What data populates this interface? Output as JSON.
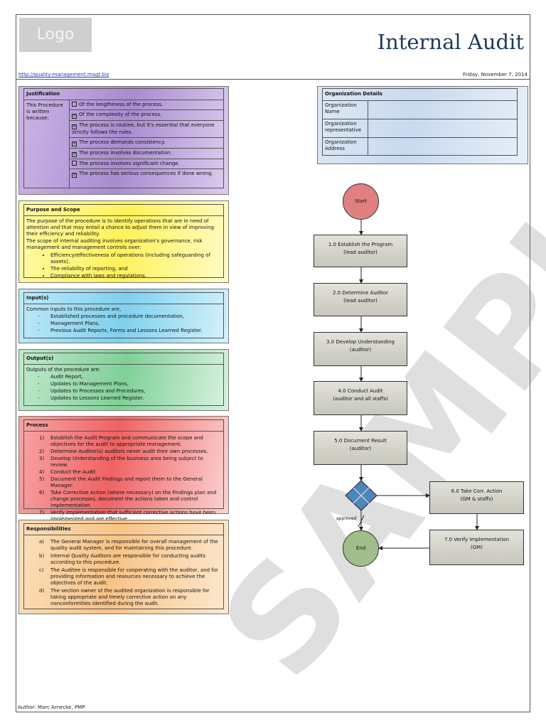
{
  "header": {
    "logo": "Logo",
    "title": "Internal Audit",
    "url": "http://quality-management.magt.biz",
    "date": "Friday, November 7, 2014"
  },
  "justification": {
    "heading": "Justification",
    "lead": "This Procedure is written because:",
    "items": [
      {
        "checked": false,
        "text": "Of the lengthiness of the process."
      },
      {
        "checked": true,
        "text": "Of the complexity of the process."
      },
      {
        "checked": true,
        "text": "The process is routine, but it's essential that everyone strictly follows the rules."
      },
      {
        "checked": true,
        "text": "The process demands consistency."
      },
      {
        "checked": true,
        "text": "The process involves documentation."
      },
      {
        "checked": false,
        "text": "The process involves significant change."
      },
      {
        "checked": true,
        "text": "The process has serious consequences if done wrong."
      }
    ]
  },
  "purpose": {
    "heading": "Purpose and Scope",
    "p1": "The purpose of the procedure is to identify operations that are in need of attention and that may entail a chance to adjust them in view of improving their efficiency and reliability.",
    "p2": "The scope of internal auditing involves organization's governance, risk management and management controls over:",
    "bullets": [
      "Efficiency/effectiveness of operations (including safeguarding of assets),",
      "The reliability of reporting, and",
      "Compliance with laws and regulations."
    ]
  },
  "inputs": {
    "heading": "Input(s)",
    "lead": "Common inputs to this procedure are,",
    "items": [
      "Established processes and procedure documentation,",
      "Management Plans,",
      "Previous Audit Reports, Forms and Lessons Learned Register."
    ]
  },
  "outputs": {
    "heading": "Output(s)",
    "lead": "Outputs of the procedure are:",
    "items": [
      "Audit Report,",
      "Updates to Management Plans,",
      "Updates to Processes and Procedures,",
      "Updates to Lessons Learned Register."
    ]
  },
  "process": {
    "heading": "Process",
    "items": [
      "Establish the Audit Program and communicate the scope and objectives for the audit to appropriate management.",
      "Determine Auditor(s) auditors never audit their own processes.",
      "Develop Understanding of the business area being subject to review.",
      "Conduct the Audit",
      "Document the Audit Findings and report them to the General Manager.",
      "Take Corrective Action (where necessary) on the Findings plan and change processes, document the actions taken and control implementation.",
      "Verify Implementation that sufficient corrective actions have been implemented and are effective."
    ]
  },
  "responsibilities": {
    "heading": "Responsibilities",
    "items": [
      "The General Manager is responsible for overall management of the quality audit system, and for maintaining this procedure.",
      "Internal Quality Auditors are responsible for conducting audits according to this procedure.",
      "The Auditee is responsible for cooperating with the auditor, and for providing information and resources necessary to achieve the objectives of the audit.",
      "The section owner of the audited organization is responsible for taking appropriate and timely corrective action on any nonconformities identified during the audit."
    ]
  },
  "org": {
    "heading": "Organization Details",
    "rows": [
      "Organization Name",
      "Organization representative",
      "Organization Address"
    ]
  },
  "flow": {
    "start": "Start",
    "end": "End",
    "approved": "approved",
    "steps": [
      {
        "title": "1.0 Establish the Program",
        "role": "(lead auditor)"
      },
      {
        "title": "2.0 Determine Auditor",
        "role": "(lead auditor)"
      },
      {
        "title": "3.0 Develop Understanding",
        "role": "(auditor)"
      },
      {
        "title": "4.0 Conduct Audit",
        "role": "(auditor and all staffs)"
      },
      {
        "title": "5.0 Document Result",
        "role": "(auditor)"
      },
      {
        "title": "6.0 Take Corr. Action",
        "role": "(GM & staffs)"
      },
      {
        "title": "7.0 Verify Implementation",
        "role": "(GM)"
      }
    ]
  },
  "watermark": "SAMPLE",
  "footer": {
    "author": "Author: Marc Arnecke, PMP"
  },
  "colors": {
    "justification": "#b89bd6",
    "purpose": "#fff36a",
    "inputs": "#7fd3f0",
    "outputs": "#7fd49b",
    "process": "#f26565",
    "responsibilities": "#f8c98b",
    "start_circle": "#e08080",
    "end_circle": "#9fbe8a",
    "decision": "#4f86b8"
  }
}
